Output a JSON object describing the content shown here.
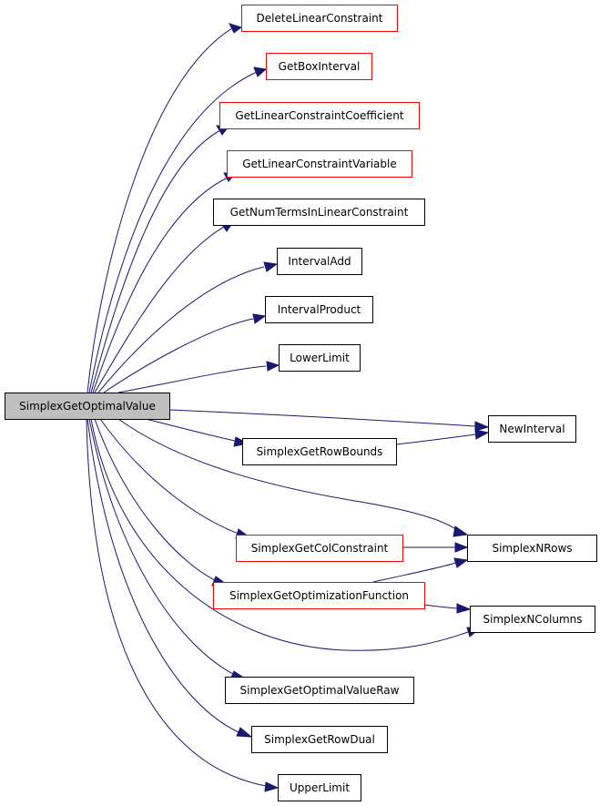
{
  "colors": {
    "edge": "#191970",
    "border_red": "#ff0000",
    "border_black": "#000000",
    "root_fill": "#bfbfbf",
    "node_fill": "#ffffff"
  },
  "nodes": [
    {
      "id": "root",
      "label": "SimplexGetOptimalValue",
      "border": "black",
      "root": true
    },
    {
      "id": "n1",
      "label": "DeleteLinearConstraint",
      "border": "red"
    },
    {
      "id": "n2",
      "label": "GetBoxInterval",
      "border": "red"
    },
    {
      "id": "n3",
      "label": "GetLinearConstraintCoefficient",
      "border": "red"
    },
    {
      "id": "n4",
      "label": "GetLinearConstraintVariable",
      "border": "red"
    },
    {
      "id": "n5",
      "label": "GetNumTermsInLinearConstraint",
      "border": "black"
    },
    {
      "id": "n6",
      "label": "IntervalAdd",
      "border": "black"
    },
    {
      "id": "n7",
      "label": "IntervalProduct",
      "border": "black"
    },
    {
      "id": "n8",
      "label": "LowerLimit",
      "border": "black"
    },
    {
      "id": "n9",
      "label": "NewInterval",
      "border": "black"
    },
    {
      "id": "n10",
      "label": "SimplexGetRowBounds",
      "border": "black"
    },
    {
      "id": "n11",
      "label": "SimplexGetColConstraint",
      "border": "red"
    },
    {
      "id": "n12",
      "label": "SimplexNRows",
      "border": "black"
    },
    {
      "id": "n13",
      "label": "SimplexGetOptimizationFunction",
      "border": "red"
    },
    {
      "id": "n14",
      "label": "SimplexNColumns",
      "border": "black"
    },
    {
      "id": "n15",
      "label": "SimplexGetOptimalValueRaw",
      "border": "black"
    },
    {
      "id": "n16",
      "label": "SimplexGetRowDual",
      "border": "black"
    },
    {
      "id": "n17",
      "label": "UpperLimit",
      "border": "black"
    }
  ],
  "edges": [
    {
      "from": "root",
      "to": "n1"
    },
    {
      "from": "root",
      "to": "n2"
    },
    {
      "from": "root",
      "to": "n3"
    },
    {
      "from": "root",
      "to": "n4"
    },
    {
      "from": "root",
      "to": "n5"
    },
    {
      "from": "root",
      "to": "n6"
    },
    {
      "from": "root",
      "to": "n7"
    },
    {
      "from": "root",
      "to": "n8"
    },
    {
      "from": "root",
      "to": "n9"
    },
    {
      "from": "root",
      "to": "n10"
    },
    {
      "from": "n10",
      "to": "n9"
    },
    {
      "from": "root",
      "to": "n12"
    },
    {
      "from": "root",
      "to": "n11"
    },
    {
      "from": "n11",
      "to": "n12"
    },
    {
      "from": "root",
      "to": "n13"
    },
    {
      "from": "n13",
      "to": "n12"
    },
    {
      "from": "n13",
      "to": "n14"
    },
    {
      "from": "root",
      "to": "n14"
    },
    {
      "from": "root",
      "to": "n15"
    },
    {
      "from": "root",
      "to": "n16"
    },
    {
      "from": "root",
      "to": "n17"
    }
  ]
}
